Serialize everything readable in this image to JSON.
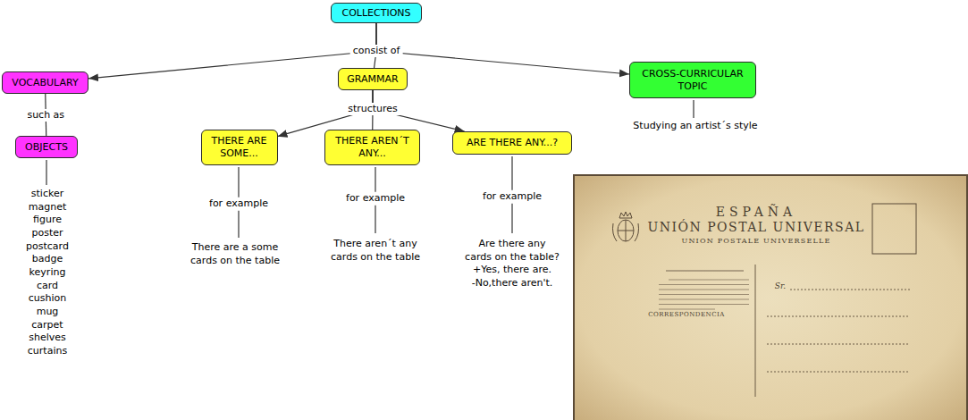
{
  "diagram": {
    "nodes": [
      {
        "text": [
          "COLLECTIONS"
        ]
      },
      {
        "text": [
          "VOCABULARY"
        ]
      },
      {
        "text": [
          "GRAMMAR"
        ]
      },
      {
        "text": [
          "CROSS-CURRICULAR TOPIC"
        ]
      },
      {
        "text": [
          "OBJECTS"
        ]
      },
      {
        "text": [
          "THERE ARE SOME..."
        ]
      },
      {
        "text": [
          "THERE AREN´T ANY..."
        ]
      },
      {
        "text": [
          "ARE THERE ANY...?"
        ]
      }
    ],
    "edges": [
      {
        "from": 0,
        "to": 1,
        "arrow": "to"
      },
      {
        "from": 0,
        "to": 2,
        "label": "consist of",
        "arrow": "none"
      },
      {
        "from": 0,
        "to": 3,
        "arrow": "to"
      },
      {
        "from": 1,
        "to": 4,
        "label": "such as",
        "arrow": "none"
      },
      {
        "from": 2,
        "to": 5,
        "arrow": "to"
      },
      {
        "from": 2,
        "to": 6,
        "label": "structures",
        "arrow": "none"
      },
      {
        "from": 2,
        "to": 7,
        "arrow": "to"
      }
    ],
    "labels": [
      "for example",
      "There are a some cards on the table",
      "for example",
      "There aren´t any cards on the table",
      "for example",
      "Are there any cards on the table?",
      "+Yes, there are.",
      "-No,there aren't.",
      "Studying an artist´s style",
      "sticker",
      "magnet",
      "figure",
      "poster",
      "postcard",
      "badge",
      "keyring",
      "card",
      "cushion",
      "mug",
      "carpet",
      "shelves",
      "curtains",
      "ESPAÑA",
      "UNIÓN POSTAL UNIVERSAL",
      "UNION POSTALE UNIVERSELLE",
      "Sr.",
      "CORRESPONDENCIA"
    ]
  }
}
